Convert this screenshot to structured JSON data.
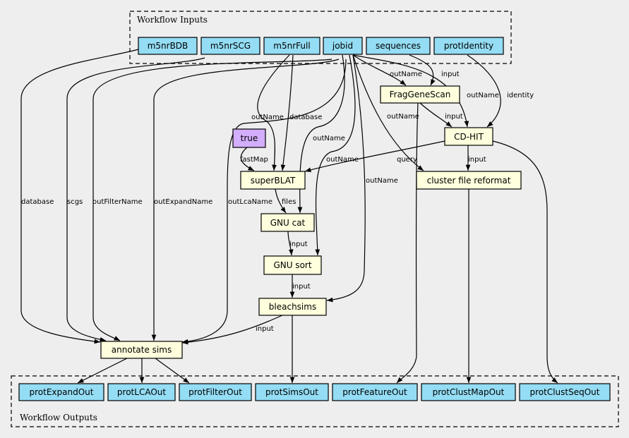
{
  "clusters": {
    "inputs": "Workflow Inputs",
    "outputs": "Workflow Outputs"
  },
  "inputs": [
    {
      "id": "m5nrBDB",
      "label": "m5nrBDB"
    },
    {
      "id": "m5nrSCG",
      "label": "m5nrSCG"
    },
    {
      "id": "m5nrFull",
      "label": "m5nrFull"
    },
    {
      "id": "jobid",
      "label": "jobid"
    },
    {
      "id": "sequences",
      "label": "sequences"
    },
    {
      "id": "protIdentity",
      "label": "protIdentity"
    }
  ],
  "steps": [
    {
      "id": "fraggenescan",
      "label": "FragGeneScan"
    },
    {
      "id": "cdhit",
      "label": "CD-HIT"
    },
    {
      "id": "true",
      "label": "true"
    },
    {
      "id": "superblat",
      "label": "superBLAT"
    },
    {
      "id": "clusterreformat",
      "label": "cluster file reformat"
    },
    {
      "id": "gnucat",
      "label": "GNU cat"
    },
    {
      "id": "gnusort",
      "label": "GNU sort"
    },
    {
      "id": "bleachsims",
      "label": "bleachsims"
    },
    {
      "id": "annotatesims",
      "label": "annotate sims"
    }
  ],
  "outputs": [
    {
      "id": "protExpandOut",
      "label": "protExpandOut"
    },
    {
      "id": "protLCAOut",
      "label": "protLCAOut"
    },
    {
      "id": "protFilterOut",
      "label": "protFilterOut"
    },
    {
      "id": "protSimsOut",
      "label": "protSimsOut"
    },
    {
      "id": "protFeatureOut",
      "label": "protFeatureOut"
    },
    {
      "id": "protClustMapOut",
      "label": "protClustMapOut"
    },
    {
      "id": "protClustSeqOut",
      "label": "protClustSeqOut"
    }
  ],
  "edge_labels": {
    "fgs_outName": "outName",
    "fgs_input": "input",
    "cdhit_outName": "outName",
    "cdhit_identity": "identity",
    "cdhit_input": "input",
    "superblat_outName": "outName",
    "superblat_database": "database",
    "superblat_fastMap": "fastMap",
    "superblat_query": "query",
    "reformat_outName": "outName",
    "reformat_input": "input",
    "cat_outName": "outName",
    "cat_files": "files",
    "sort_outName": "outName",
    "sort_input": "input",
    "bleach_outName": "outName",
    "bleach_input": "input",
    "annot_database": "database",
    "annot_scgs": "scgs",
    "annot_outFilterName": "outFilterName",
    "annot_outExpandName": "outExpandName",
    "annot_outLcaName": "outLcaName",
    "annot_input": "input"
  },
  "colors": {
    "background": "#eeeeee",
    "io_fill": "#94ddf4",
    "step_fill": "#ffffdd",
    "true_fill": "#d3aefc",
    "stroke": "#000000"
  }
}
